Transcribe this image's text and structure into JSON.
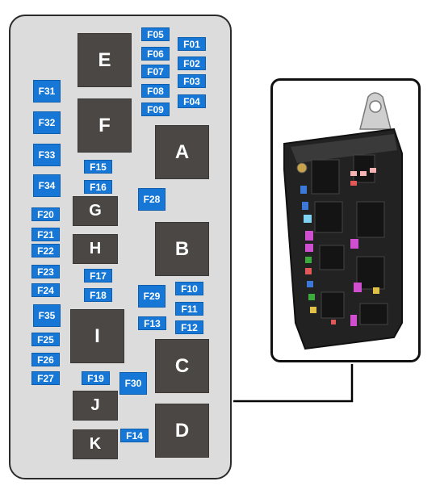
{
  "relays": [
    {
      "id": "E",
      "label": "E"
    },
    {
      "id": "F",
      "label": "F"
    },
    {
      "id": "A",
      "label": "A"
    },
    {
      "id": "G",
      "label": "G"
    },
    {
      "id": "H",
      "label": "H"
    },
    {
      "id": "B",
      "label": "B"
    },
    {
      "id": "I",
      "label": "I"
    },
    {
      "id": "C",
      "label": "C"
    },
    {
      "id": "J",
      "label": "J"
    },
    {
      "id": "D",
      "label": "D"
    },
    {
      "id": "K",
      "label": "K"
    }
  ],
  "fuses": [
    "F05",
    "F01",
    "F06",
    "F02",
    "F07",
    "F03",
    "F08",
    "F04",
    "F09",
    "F31",
    "F32",
    "F33",
    "F34",
    "F15",
    "F16",
    "F28",
    "F20",
    "F21",
    "F22",
    "F23",
    "F17",
    "F24",
    "F18",
    "F29",
    "F10",
    "F11",
    "F35",
    "F13",
    "F12",
    "F25",
    "F26",
    "F27",
    "F19",
    "F30",
    "F14"
  ],
  "colors": {
    "relay": "#4a4744",
    "fuse": "#1677d6",
    "panel": "#dcdcdc"
  }
}
